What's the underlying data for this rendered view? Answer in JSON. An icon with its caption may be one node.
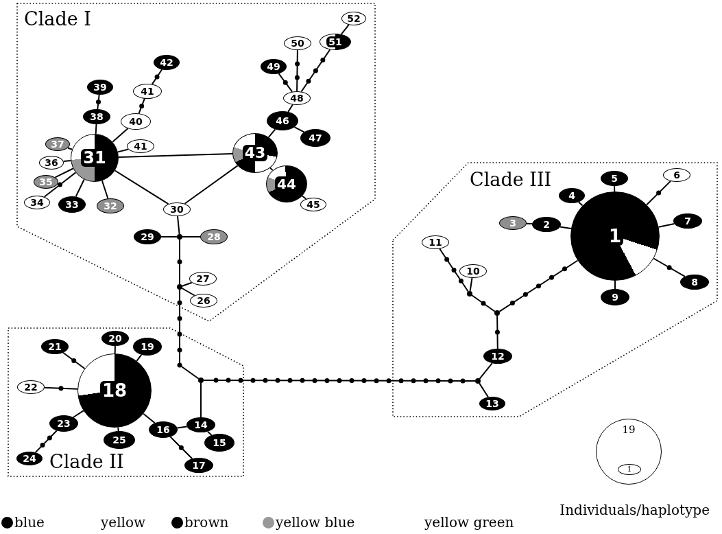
{
  "diagram": {
    "nodes": [
      {
        "text": [
          "Clade I"
        ]
      },
      {
        "text": [
          "52"
        ],
        "in": 0
      },
      {
        "text": [
          "50"
        ],
        "in": 0
      },
      {
        "text": [
          "51"
        ],
        "in": 0
      },
      {
        "text": [
          "42"
        ],
        "in": 0
      },
      {
        "text": [
          "49"
        ],
        "in": 0
      },
      {
        "text": [
          "48"
        ],
        "in": 0
      },
      {
        "text": [
          "39"
        ],
        "in": 0
      },
      {
        "text": [
          "41"
        ],
        "in": 0
      },
      {
        "text": [
          "46"
        ],
        "in": 0
      },
      {
        "text": [
          "38"
        ],
        "in": 0
      },
      {
        "text": [
          "40"
        ],
        "in": 0
      },
      {
        "text": [
          "47"
        ],
        "in": 0
      },
      {
        "text": [
          "37"
        ],
        "in": 0
      },
      {
        "text": [
          "36"
        ],
        "in": 0
      },
      {
        "text": [
          "31"
        ],
        "in": 0
      },
      {
        "text": [
          "41"
        ],
        "in": 0
      },
      {
        "text": [
          "43"
        ],
        "in": 0
      },
      {
        "text": [
          "35"
        ],
        "in": 0
      },
      {
        "text": [
          "44"
        ],
        "in": 0
      },
      {
        "text": [
          "34"
        ],
        "in": 0
      },
      {
        "text": [
          "33"
        ],
        "in": 0
      },
      {
        "text": [
          "32"
        ],
        "in": 0
      },
      {
        "text": [
          "45"
        ],
        "in": 0
      },
      {
        "text": [
          "30"
        ],
        "in": 0
      },
      {
        "text": [
          "29"
        ],
        "in": 0
      },
      {
        "text": [],
        "shape": "circle",
        "in": 0
      },
      {
        "text": [
          "28"
        ],
        "in": 0
      },
      {
        "text": [
          "27"
        ],
        "in": 0
      },
      {
        "text": [],
        "shape": "circle",
        "in": 0
      },
      {
        "text": [
          "26"
        ],
        "in": 0
      },
      {
        "text": [
          "Clade III"
        ]
      },
      {
        "text": [
          "6"
        ],
        "in": 31
      },
      {
        "text": [
          "5"
        ],
        "in": 31
      },
      {
        "text": [
          "4"
        ],
        "in": 31
      },
      {
        "text": [
          "3"
        ],
        "in": 31
      },
      {
        "text": [
          "2"
        ],
        "in": 31
      },
      {
        "text": [
          "1"
        ],
        "in": 31
      },
      {
        "text": [
          "7"
        ],
        "in": 31
      },
      {
        "text": [
          "11"
        ],
        "in": 31
      },
      {
        "text": [
          "10"
        ],
        "in": 31
      },
      {
        "text": [],
        "shape": "circle",
        "in": 31
      },
      {
        "text": [
          "8"
        ],
        "in": 31
      },
      {
        "text": [
          "9"
        ],
        "in": 31
      },
      {
        "text": [],
        "shape": "circle",
        "in": 31
      },
      {
        "text": [
          "12"
        ],
        "in": 31
      },
      {
        "text": [],
        "shape": "circle",
        "in": 31
      },
      {
        "text": [
          "13"
        ],
        "in": 31
      },
      {
        "text": [
          "Clade II"
        ]
      },
      {
        "text": [
          "20"
        ],
        "in": 48
      },
      {
        "text": [
          "21"
        ],
        "in": 48
      },
      {
        "text": [
          "19"
        ],
        "in": 48
      },
      {
        "text": [
          "18"
        ],
        "in": 48
      },
      {
        "text": [
          "22"
        ],
        "in": 48
      },
      {
        "text": [],
        "shape": "circle",
        "in": 48
      },
      {
        "text": [
          "23"
        ],
        "in": 48
      },
      {
        "text": [
          "25"
        ],
        "in": 48
      },
      {
        "text": [
          "16"
        ],
        "in": 48
      },
      {
        "text": [
          "14"
        ],
        "in": 48
      },
      {
        "text": [
          "15"
        ],
        "in": 48
      },
      {
        "text": [
          "24"
        ],
        "in": 48
      },
      {
        "text": [
          "17"
        ],
        "in": 48
      },
      {
        "text": [
          "19"
        ]
      },
      {
        "text": [
          "1"
        ],
        "in": 62
      }
    ],
    "edges": [
      {
        "from": 1,
        "to": 3,
        "arrow": "none"
      },
      {
        "from": 2,
        "to": 6,
        "arrow": "none"
      },
      {
        "from": 3,
        "to": 6,
        "arrow": "none"
      },
      {
        "from": 5,
        "to": 6,
        "arrow": "none"
      },
      {
        "from": 4,
        "to": 8,
        "arrow": "none"
      },
      {
        "from": 7,
        "to": 10,
        "arrow": "none"
      },
      {
        "from": 6,
        "to": 9,
        "arrow": "none"
      },
      {
        "from": 8,
        "to": 11,
        "arrow": "none"
      },
      {
        "from": 10,
        "to": 15,
        "arrow": "none"
      },
      {
        "from": 11,
        "to": 15,
        "arrow": "none"
      },
      {
        "from": 9,
        "to": 17,
        "arrow": "none"
      },
      {
        "from": 9,
        "to": 12,
        "arrow": "none"
      },
      {
        "from": 13,
        "to": 15,
        "arrow": "none"
      },
      {
        "from": 14,
        "to": 15,
        "arrow": "none"
      },
      {
        "from": 16,
        "to": 15,
        "arrow": "none"
      },
      {
        "from": 15,
        "to": 17,
        "arrow": "none"
      },
      {
        "from": 18,
        "to": 15,
        "arrow": "none"
      },
      {
        "from": 17,
        "to": 19,
        "arrow": "none"
      },
      {
        "from": 20,
        "to": 15,
        "arrow": "none"
      },
      {
        "from": 21,
        "to": 15,
        "arrow": "none"
      },
      {
        "from": 22,
        "to": 15,
        "arrow": "none"
      },
      {
        "from": 19,
        "to": 23,
        "arrow": "none"
      },
      {
        "from": 15,
        "to": 24,
        "arrow": "none"
      },
      {
        "from": 17,
        "to": 24,
        "arrow": "none"
      },
      {
        "from": 24,
        "to": 26,
        "arrow": "none"
      },
      {
        "from": 25,
        "to": 26,
        "arrow": "none"
      },
      {
        "from": 26,
        "to": 27,
        "arrow": "none"
      },
      {
        "from": 26,
        "to": 29,
        "arrow": "none"
      },
      {
        "from": 29,
        "to": 28,
        "arrow": "none"
      },
      {
        "from": 29,
        "to": 30,
        "arrow": "none"
      },
      {
        "from": 29,
        "to": 54,
        "arrow": "none"
      },
      {
        "from": 54,
        "to": 46,
        "arrow": "none"
      },
      {
        "from": 46,
        "to": 45,
        "arrow": "none"
      },
      {
        "from": 46,
        "to": 47,
        "arrow": "none"
      },
      {
        "from": 45,
        "to": 44,
        "arrow": "none"
      },
      {
        "from": 44,
        "to": 41,
        "arrow": "none"
      },
      {
        "from": 41,
        "to": 39,
        "arrow": "none"
      },
      {
        "from": 41,
        "to": 40,
        "arrow": "none"
      },
      {
        "from": 44,
        "to": 37,
        "arrow": "none"
      },
      {
        "from": 36,
        "to": 37,
        "arrow": "none"
      },
      {
        "from": 35,
        "to": 36,
        "arrow": "none"
      },
      {
        "from": 34,
        "to": 37,
        "arrow": "none"
      },
      {
        "from": 33,
        "to": 37,
        "arrow": "none"
      },
      {
        "from": 32,
        "to": 37,
        "arrow": "none"
      },
      {
        "from": 38,
        "to": 37,
        "arrow": "none"
      },
      {
        "from": 42,
        "to": 37,
        "arrow": "none"
      },
      {
        "from": 43,
        "to": 37,
        "arrow": "none"
      },
      {
        "from": 52,
        "to": 49,
        "arrow": "none"
      },
      {
        "from": 52,
        "to": 50,
        "arrow": "none"
      },
      {
        "from": 52,
        "to": 51,
        "arrow": "none"
      },
      {
        "from": 52,
        "to": 53,
        "arrow": "none"
      },
      {
        "from": 52,
        "to": 55,
        "arrow": "none"
      },
      {
        "from": 55,
        "to": 60,
        "arrow": "none"
      },
      {
        "from": 52,
        "to": 56,
        "arrow": "none"
      },
      {
        "from": 52,
        "to": 57,
        "arrow": "none"
      },
      {
        "from": 57,
        "to": 58,
        "arrow": "none"
      },
      {
        "from": 58,
        "to": 54,
        "arrow": "none"
      },
      {
        "from": 58,
        "to": 59,
        "arrow": "none"
      },
      {
        "from": 57,
        "to": 61,
        "arrow": "none"
      }
    ],
    "labels": [
      "Individuals/haplotype"
    ],
    "legend": [
      {
        "text": "blue",
        "color": "#000000"
      },
      {
        "text": "yellow",
        "color": "#ffffff"
      },
      {
        "text": "brown",
        "color": "#000000"
      },
      {
        "text": "yellow blue",
        "color": "#999999"
      },
      {
        "text": "yellow green",
        "color": "#ffffff"
      }
    ]
  }
}
